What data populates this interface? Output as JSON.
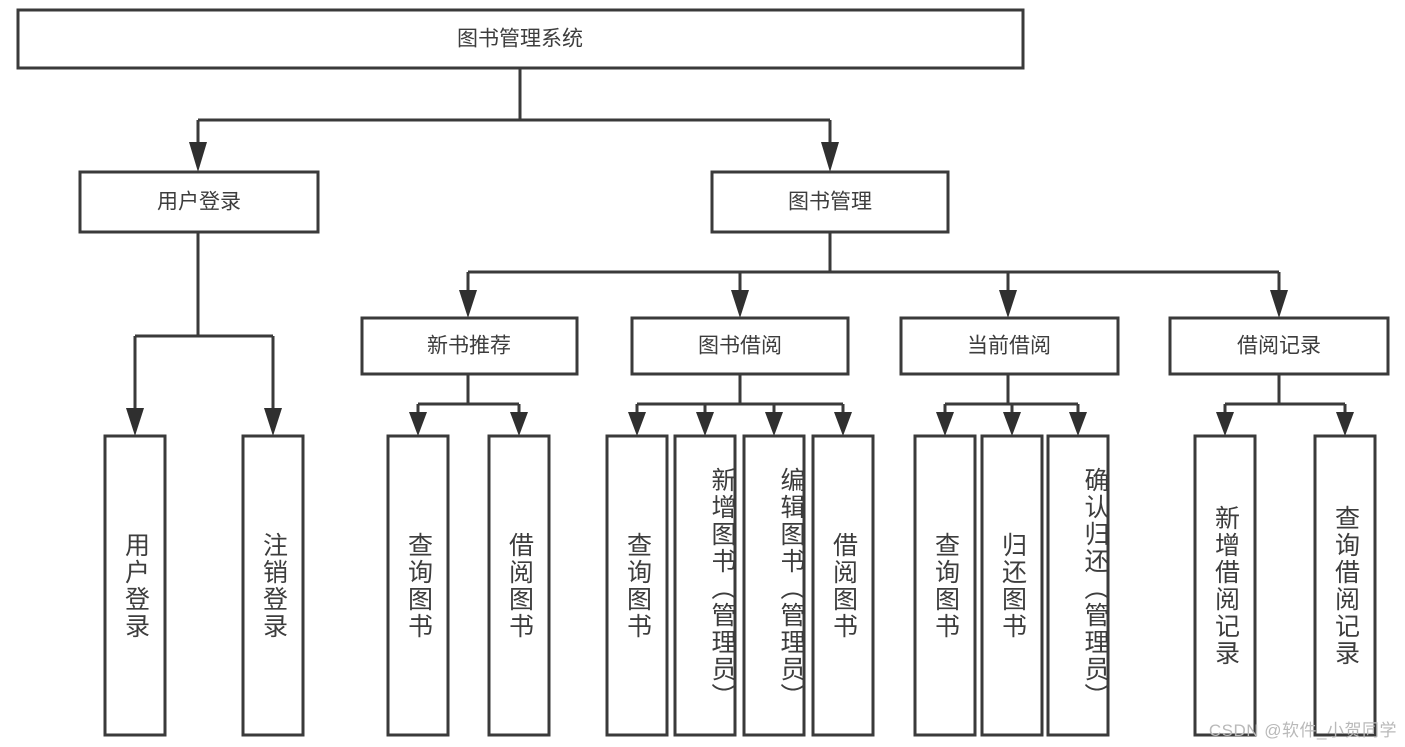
{
  "diagram": {
    "type": "tree-hierarchy",
    "title_node": {
      "label": "图书管理系统"
    },
    "level1": [
      {
        "id": "user-login",
        "label": "用户登录"
      },
      {
        "id": "book-management",
        "label": "图书管理"
      }
    ],
    "level2": [
      {
        "id": "new-book-recommend",
        "label": "新书推荐",
        "parent": "book-management"
      },
      {
        "id": "book-borrow",
        "label": "图书借阅",
        "parent": "book-management"
      },
      {
        "id": "current-borrow",
        "label": "当前借阅",
        "parent": "book-management"
      },
      {
        "id": "borrow-record",
        "label": "借阅记录",
        "parent": "book-management"
      }
    ],
    "leaves": {
      "user_login": [
        {
          "id": "leaf-user-login",
          "label": "用户登录"
        },
        {
          "id": "leaf-logout-login",
          "label": "注销登录"
        }
      ],
      "new_book_recommend": [
        {
          "id": "leaf-query-book-1",
          "label": "查询图书"
        },
        {
          "id": "leaf-borrow-book-1",
          "label": "借阅图书"
        }
      ],
      "book_borrow": [
        {
          "id": "leaf-query-book-2",
          "label": "查询图书"
        },
        {
          "id": "leaf-add-book",
          "label": "新增图书（管理员）"
        },
        {
          "id": "leaf-edit-book",
          "label": "编辑图书（管理员）"
        },
        {
          "id": "leaf-borrow-book-2",
          "label": "借阅图书"
        }
      ],
      "current_borrow": [
        {
          "id": "leaf-query-book-3",
          "label": "查询图书"
        },
        {
          "id": "leaf-return-book",
          "label": "归还图书"
        },
        {
          "id": "leaf-confirm-return",
          "label": "确认归还（管理员）"
        }
      ],
      "borrow_record": [
        {
          "id": "leaf-add-record",
          "label": "新增借阅记录"
        },
        {
          "id": "leaf-query-record",
          "label": "查询借阅记录"
        }
      ]
    },
    "colors": {
      "box_stroke": "#3a3a3a",
      "box_fill": "#ffffff",
      "text": "#3d3d3d",
      "connector": "#3a3a3a",
      "watermark": "#b9b9b9",
      "background": "#ffffff"
    }
  },
  "watermark": {
    "text": "CSDN @软件_小贺同学"
  }
}
